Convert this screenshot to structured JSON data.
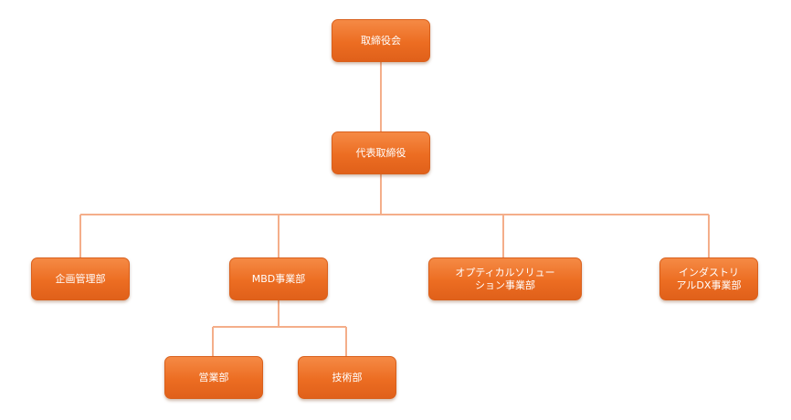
{
  "colors": {
    "node_fill": "#ec6d22",
    "node_border": "#d9601c",
    "connector": "#f4ae8a",
    "node_text": "#ffffff"
  },
  "nodes": {
    "board": "取締役会",
    "ceo": "代表取締役",
    "planning": "企画管理部",
    "mbd": "MBD事業部",
    "optical_line1": "オプティカルソリュー",
    "optical_line2": "ション事業部",
    "indx_line1": "インダストリ",
    "indx_line2": "アルDX事業部",
    "sales": "営業部",
    "tech": "技術部"
  }
}
